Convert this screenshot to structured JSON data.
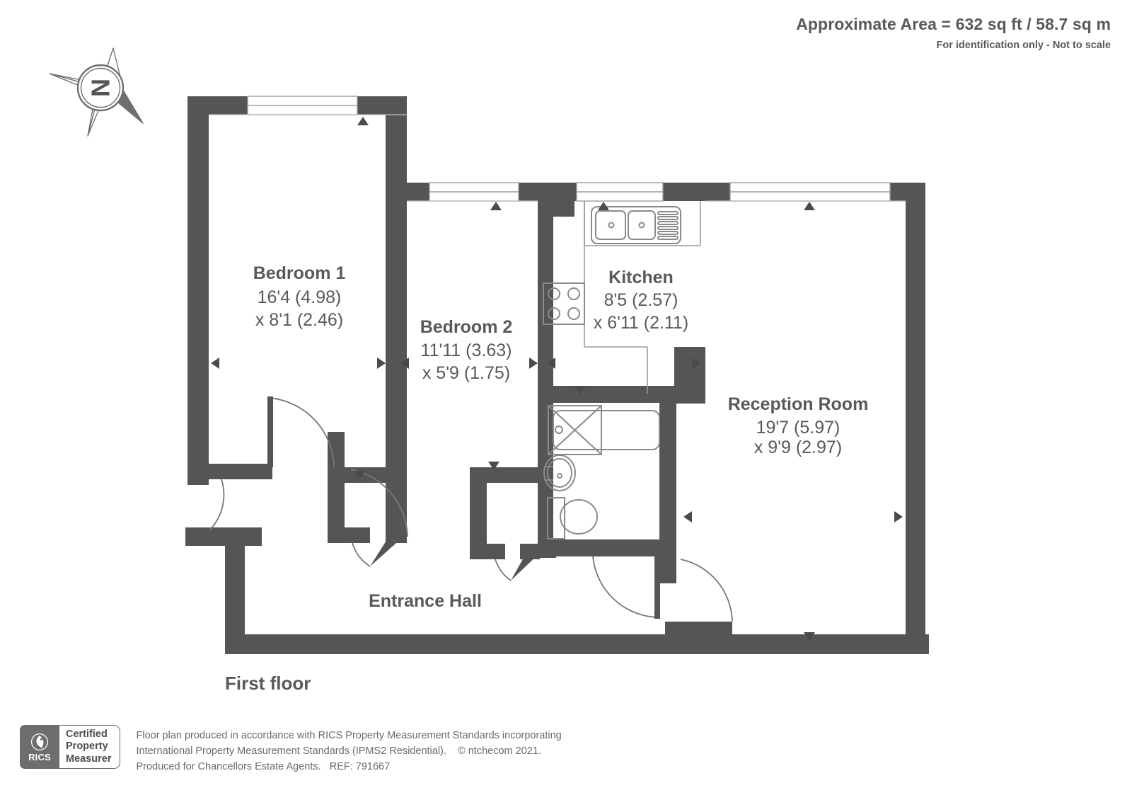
{
  "header": {
    "area_title": "Approximate Area = 632 sq ft / 58.7 sq m",
    "area_note": "For identification only - Not to scale"
  },
  "compass": {
    "label": "N",
    "icon": "compass-rose-icon"
  },
  "floor": {
    "caption": "First floor"
  },
  "rooms": [
    {
      "name": "Bedroom 1",
      "dim_primary": "16'4 (4.98)",
      "dim_secondary": "x 8'1 (2.46)"
    },
    {
      "name": "Bedroom 2",
      "dim_primary": "11'11 (3.63)",
      "dim_secondary": "x 5'9 (1.75)"
    },
    {
      "name": "Kitchen",
      "dim_primary": "8'5 (2.57)",
      "dim_secondary": "x 6'11 (2.11)"
    },
    {
      "name": "Reception Room",
      "dim_primary": "19'7 (5.97)",
      "dim_secondary": "x 9'9 (2.97)"
    }
  ],
  "hall": {
    "name": "Entrance Hall"
  },
  "fixtures": {
    "sink": "kitchen-sink-icon",
    "hob": "kitchen-hob-icon",
    "bath": "bath-icon",
    "basin": "wash-basin-icon",
    "toilet": "toilet-icon"
  },
  "footer": {
    "logo": {
      "brand": "RICS",
      "line1": "Certified",
      "line2": "Property",
      "line3": "Measurer"
    },
    "disclaimer": [
      "Floor plan produced in accordance with RICS Property Measurement Standards incorporating",
      "International Property Measurement Standards (IPMS2 Residential).    © ntchecom 2021.",
      "Produced for Chancellors Estate Agents.   REF: 791667"
    ]
  },
  "colors": {
    "wall": "#555555",
    "text": "#59595b",
    "fixture_line": "#8a8a8a",
    "background": "#ffffff"
  }
}
